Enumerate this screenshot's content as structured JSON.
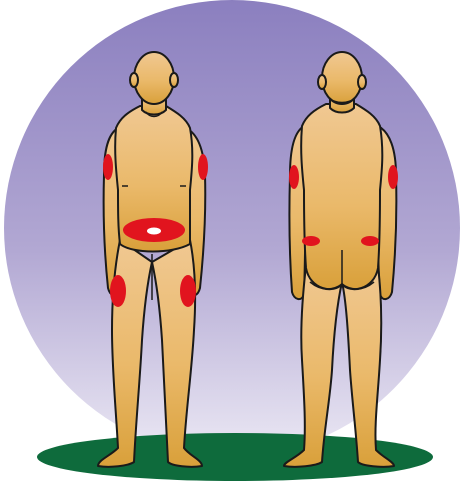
{
  "illustration": {
    "icon": "injection-site-diagram",
    "views": [
      {
        "view": "front",
        "highlighted_sites": [
          "right-upper-arm",
          "left-upper-arm",
          "abdomen",
          "right-thigh",
          "left-thigh"
        ]
      },
      {
        "view": "back",
        "highlighted_sites": [
          "right-upper-arm",
          "left-upper-arm",
          "right-lower-back",
          "left-lower-back"
        ]
      }
    ]
  },
  "colors": {
    "sky_top": "#8b7fbf",
    "sky_bottom": "#ebe8f4",
    "ground": "#0e6b3c",
    "skin_light": "#f0c892",
    "skin_dark": "#d9a03a",
    "outline": "#1a1a1a",
    "site_marker": "#e1141e",
    "site_center": "#ffffff"
  }
}
